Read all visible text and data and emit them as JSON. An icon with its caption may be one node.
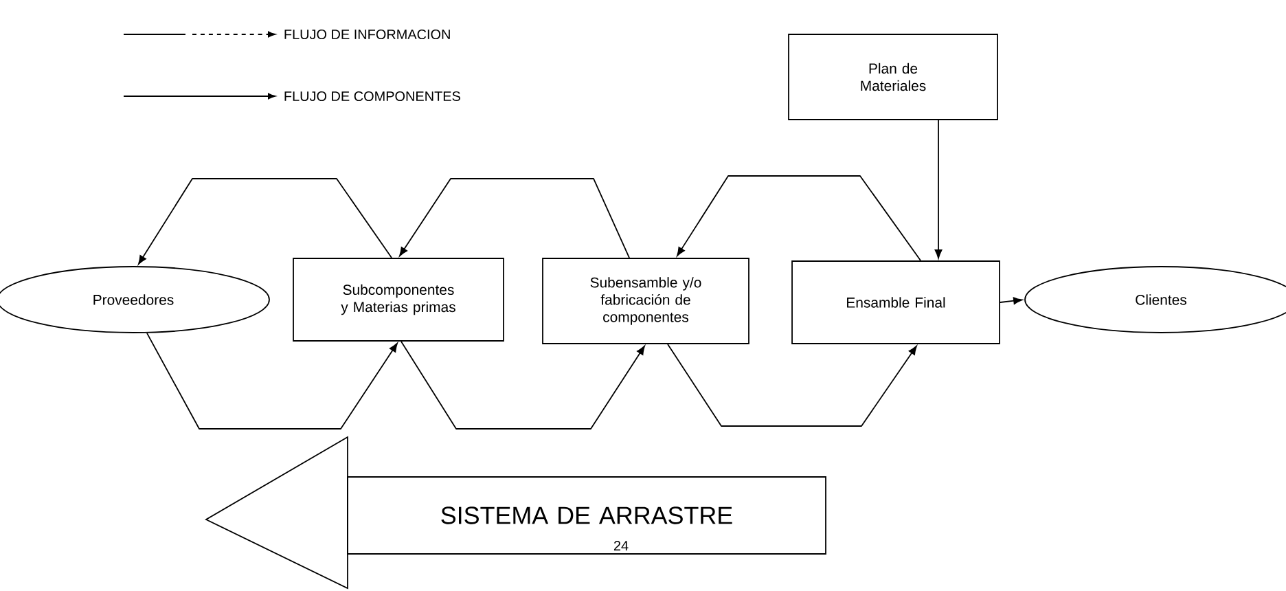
{
  "diagram": {
    "nodes": [
      {
        "text": [
          "Proveedores"
        ]
      },
      {
        "text": [
          "Subcomponentes y Materias primas"
        ]
      },
      {
        "text": [
          "Subensamble y/o fabricación de componentes"
        ]
      },
      {
        "text": [
          "Ensamble Final"
        ]
      },
      {
        "text": [
          "Clientes"
        ]
      },
      {
        "text": [
          "Plan de Materiales"
        ]
      },
      {
        "text": [
          "SISTEMA DE ARRASTRE"
        ]
      }
    ],
    "edges": [
      {
        "from": 1,
        "to": 0,
        "arrow": "to"
      },
      {
        "from": 2,
        "to": 1,
        "arrow": "to"
      },
      {
        "from": 3,
        "to": 2,
        "arrow": "to"
      },
      {
        "from": 5,
        "to": 3,
        "arrow": "to"
      },
      {
        "from": 0,
        "to": 1,
        "arrow": "to"
      },
      {
        "from": 1,
        "to": 2,
        "arrow": "to"
      },
      {
        "from": 2,
        "to": 3,
        "arrow": "to"
      },
      {
        "from": 3,
        "to": 4,
        "arrow": "to"
      }
    ],
    "labels": [
      "24"
    ],
    "legend": [
      {
        "text": "FLUJO DE INFORMACION"
      },
      {
        "text": "FLUJO DE COMPONENTES"
      }
    ]
  }
}
